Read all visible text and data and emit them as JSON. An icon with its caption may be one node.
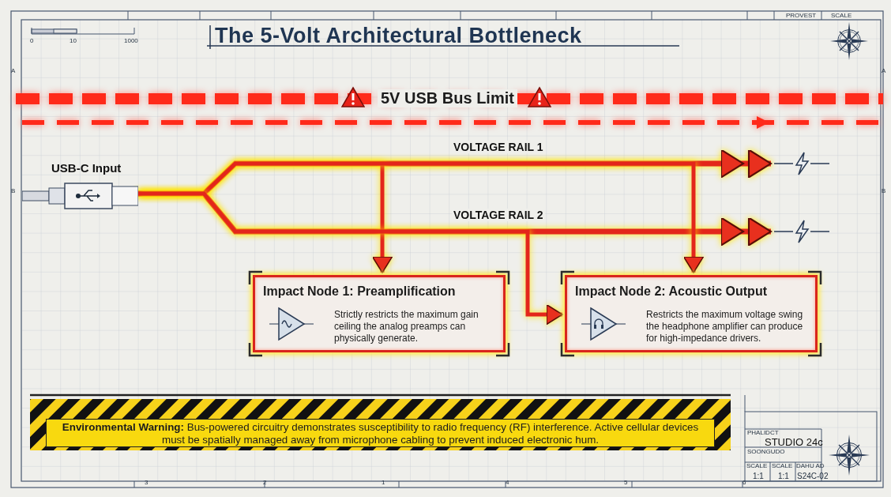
{
  "diagram": {
    "title": "The 5-Volt Architectural Bottleneck",
    "nodes": [
      {
        "text": [
          "USB-C Input"
        ]
      },
      {
        "text": [
          "Impact Node 1: Preamplification",
          "Strictly restricts the maximum gain ceiling the analog preamps can physically generate."
        ]
      },
      {
        "text": [
          "Impact Node 2: Acoustic Output",
          "Restricts the maximum voltage swing the headphone amplifier can produce for high-impedance drivers."
        ]
      },
      {
        "text": [],
        "shape": "bolt"
      },
      {
        "text": [],
        "shape": "bolt"
      },
      {
        "text": [
          "**Environmental Warning:** Bus-powered circuitry demonstrates susceptibility to radio frequency (RF) interference. Active cellular devices must be spatially managed away from microphone cabling to prevent induced electronic hum."
        ]
      }
    ],
    "edges": [
      {
        "from": 0,
        "to": 3,
        "arrow": "to",
        "label": "VOLTAGE RAIL 1"
      },
      {
        "from": 0,
        "to": 4,
        "arrow": "to",
        "label": "VOLTAGE RAIL 2"
      },
      {
        "from": 0,
        "to": 1,
        "arrow": "to"
      },
      {
        "from": 0,
        "to": 2,
        "arrow": "to"
      },
      {
        "from": 0,
        "to": 2,
        "arrow": "to"
      }
    ],
    "labels": [
      "0",
      "10",
      "1000",
      "PROVEST",
      "SCALE",
      "5V USB Bus Limit",
      "A",
      "A",
      "B",
      "B",
      "PHALIDCT",
      "STUDIO 24c",
      "SOONGUDO",
      "SCALE",
      "1:1",
      "SCALE",
      "1:1",
      "DAHU AD",
      "S24C-02",
      "3",
      "2",
      "1",
      "4",
      "5",
      "6"
    ]
  }
}
